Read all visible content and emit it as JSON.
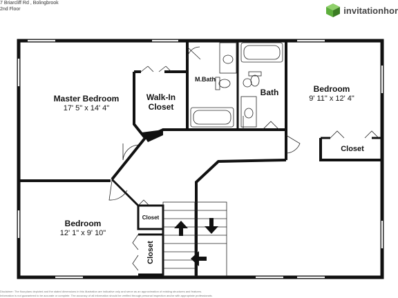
{
  "header": {
    "address": "7 Briarcliff Rd , Bolingbrook",
    "floor": "2nd Floor"
  },
  "brand": {
    "logo_icon": "cube-logo-icon",
    "name": "invitationhor",
    "colors": {
      "primary": "#5dae3c",
      "dark": "#3c7d24",
      "light": "#8fd06a"
    }
  },
  "rooms": {
    "master_bedroom": {
      "name": "Master Bedroom",
      "dims": "17' 5\" x 14' 4\""
    },
    "walk_in_closet": {
      "name": "Walk-In Closet",
      "line1": "Walk-In",
      "line2": "Closet"
    },
    "m_bath": {
      "name": "M.Bath"
    },
    "bath": {
      "name": "Bath"
    },
    "bedroom_right": {
      "name": "Bedroom",
      "dims": "9' 11\" x 12' 4\""
    },
    "closet_right": {
      "name": "Closet"
    },
    "bedroom_left": {
      "name": "Bedroom",
      "dims": "12' 1\" x 9' 10\""
    },
    "closet_small": {
      "name": "Closet"
    },
    "closet_vertical": {
      "name": "Closet"
    }
  },
  "stairs": {
    "arrows": [
      "up-arrow-icon",
      "down-arrow-icon",
      "left-arrow-icon"
    ]
  },
  "disclaimer": {
    "line1": "Disclaimer: The floorplans depicted and the stated dimensions in this illustration are indicative only and serve as an approximation of existing structures and features.",
    "line2": "Information is not guaranteed to be accurate or complete. The accuracy of all information should be verified through personal inspection and/or with appropriate professionals."
  }
}
